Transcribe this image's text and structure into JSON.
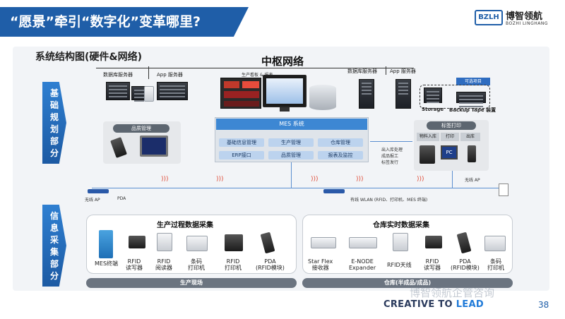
{
  "header": {
    "title": "“愿景”牵引“数字化”变革哪里?"
  },
  "logo": {
    "mark": "BZLH",
    "cn": "博智领航",
    "en": "BOZHI LINGHANG"
  },
  "diagram": {
    "title": "系统结构图(硬件&网络)",
    "hub": "中枢网络",
    "left_bar_1": [
      "基",
      "础",
      "规",
      "划",
      "部",
      "分"
    ],
    "left_bar_2": [
      "信",
      "息",
      "采",
      "集",
      "部",
      "分"
    ],
    "server_labels": {
      "db_left": "数据库服务器",
      "app_left": "App 服务器",
      "monitor": "生产看板 & 报表",
      "db_right": "数据库服务器",
      "app_right": "App 服务器",
      "storage": "Storage",
      "backup": "Backup Tape 装置",
      "optional": "可选项目"
    },
    "quality": {
      "title": "品质管理"
    },
    "mes": {
      "title": "MES 系统",
      "modules": [
        "基础信息管理",
        "生产管理",
        "仓库管理",
        "ERP接口",
        "品质管理",
        "报表及监控"
      ]
    },
    "mes_notes": [
      "出入库处理",
      "成品报工",
      "标签发行"
    ],
    "label_print": {
      "title": "标签打印",
      "steps": [
        "物料入库",
        "打印",
        "出库"
      ],
      "pc": "PC"
    },
    "wireless": {
      "ap_left": "无线 AP",
      "pda": "PDA",
      "ap_right": "无线 AP",
      "wlan": "有线 WLAN (RFID、打印机、MES 终端)"
    },
    "production": {
      "title": "生产过程数据采集",
      "devices": [
        "MES终端",
        "RFID\n读写器",
        "RFID\n阅读器",
        "条码\n打印机",
        "RFID\n打印机",
        "PDA\n(RFID模块)"
      ],
      "footer": "生产现场"
    },
    "warehouse": {
      "title": "仓库实时数据采集",
      "devices": [
        "Star Flex\n接收器",
        "E-NODE\nExpander",
        "RFID天线",
        "RFID\n读写器",
        "PDA\n(RFID模块)",
        "条码\n打印机"
      ],
      "footer": "仓库(半成品/成品)"
    }
  },
  "footer": {
    "slogan_a": "CREATIVE TO ",
    "slogan_b": "LEAD",
    "page": "38",
    "watermark": "博智领航企管咨询"
  }
}
